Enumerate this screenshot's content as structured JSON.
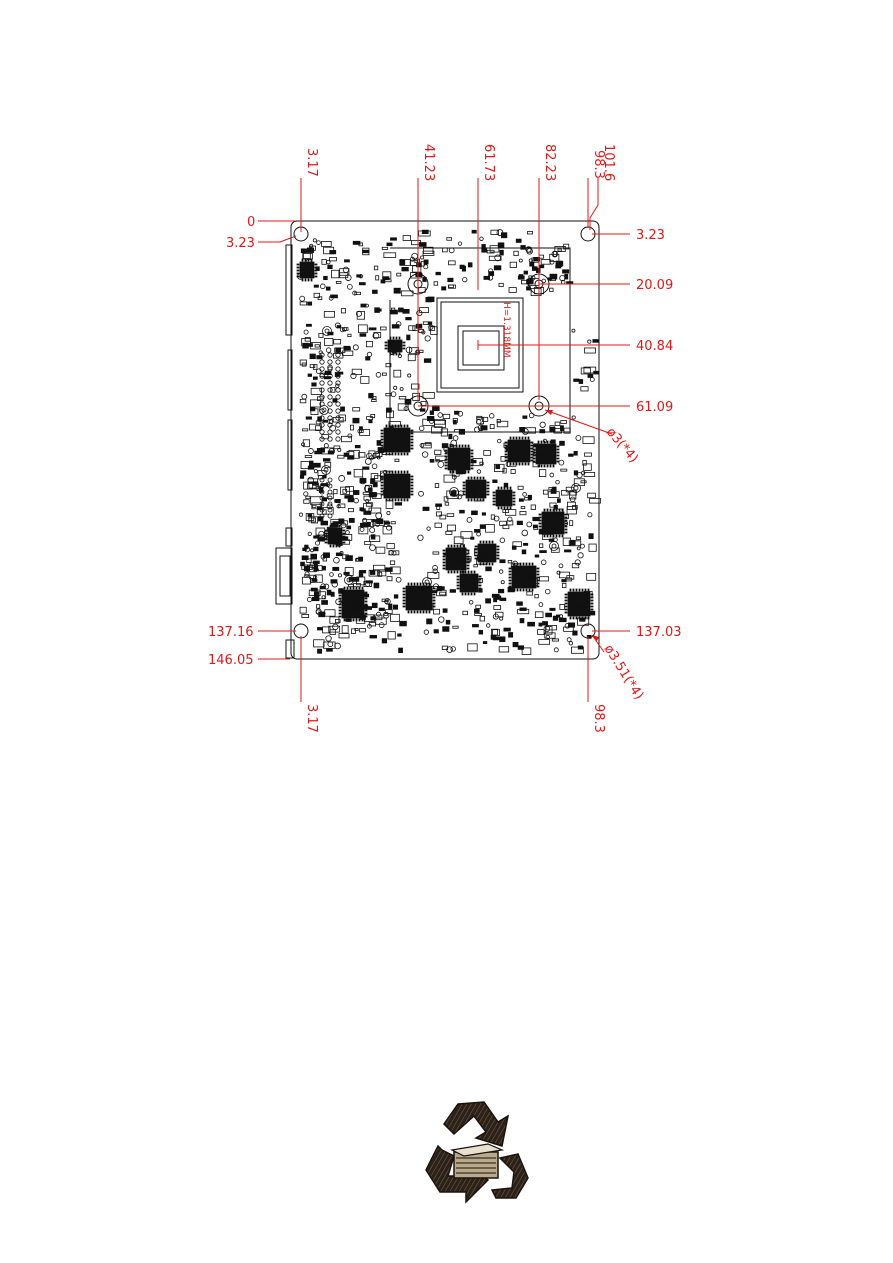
{
  "top_dimensions": [
    "3.17",
    "41.23",
    "61.73",
    "82.23",
    "98.3",
    "101.6"
  ],
  "left_dimensions": [
    "0",
    "3.23",
    "137.16",
    "146.05"
  ],
  "right_dimensions": [
    "3.23",
    "20.09",
    "40.84",
    "61.09",
    "137.03"
  ],
  "bottom_dimensions": [
    "3.17",
    "98.3"
  ],
  "hole_callouts": {
    "heatsink_holes": "ø3(*4)",
    "mount_holes": "ø3.51(*4)"
  },
  "chip_label": "H=1.318MM",
  "colors": {
    "dimension": "#e01818",
    "board": "#111111",
    "logo_dark": "#2b2119",
    "logo_light": "#b9a98c"
  },
  "logo": {
    "icon": "recycle-icon"
  }
}
